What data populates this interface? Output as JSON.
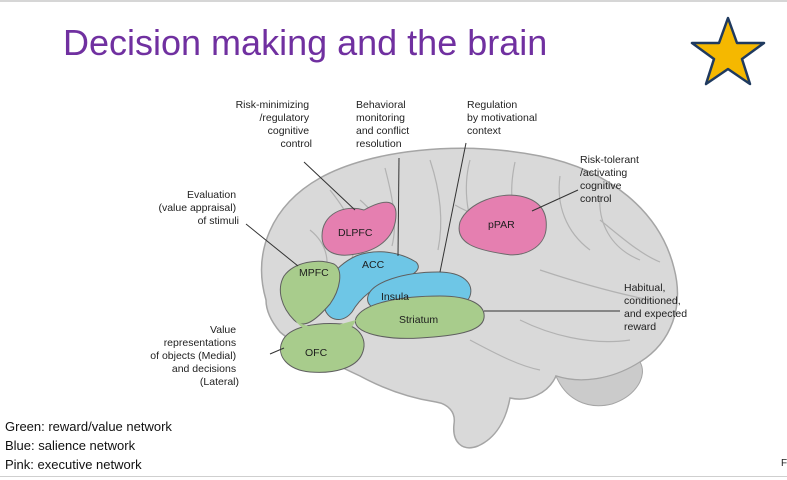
{
  "slide": {
    "title": "Decision making and the brain",
    "star_icon": "star-icon",
    "colors": {
      "title": "#7030a0",
      "star_fill": "#f5b800",
      "star_stroke": "#1f3a5f",
      "green": "#a8cc8c",
      "blue": "#6ec6e6",
      "pink": "#e57fb0"
    },
    "page_marker": "F"
  },
  "regions": {
    "dlpfc": "DLPFC",
    "ppar": "pPAR",
    "acc": "ACC",
    "mpfc": "MPFC",
    "insula": "Insula",
    "striatum": "Striatum",
    "ofc": "OFC"
  },
  "callouts": {
    "risk_minimizing": [
      "Risk-minimizing",
      "/regulatory",
      "cognitive",
      "control"
    ],
    "behavioral": [
      "Behavioral",
      "monitoring",
      "and conflict",
      "resolution"
    ],
    "regulation": [
      "Regulation",
      "by motivational",
      "context"
    ],
    "risk_tolerant": [
      "Risk-tolerant",
      "/activating",
      "cognitive",
      "control"
    ],
    "evaluation": [
      "Evaluation",
      "(value appraisal)",
      "of stimuli"
    ],
    "habitual": [
      "Habitual,",
      "conditioned,",
      "and expected",
      "reward"
    ],
    "value_reps": [
      "Value",
      "representations",
      "of objects (Medial)",
      "and decisions",
      "(Lateral)"
    ]
  },
  "legend": {
    "green": "Green: reward/value network",
    "blue": "Blue: salience network",
    "pink": "Pink: executive network"
  }
}
